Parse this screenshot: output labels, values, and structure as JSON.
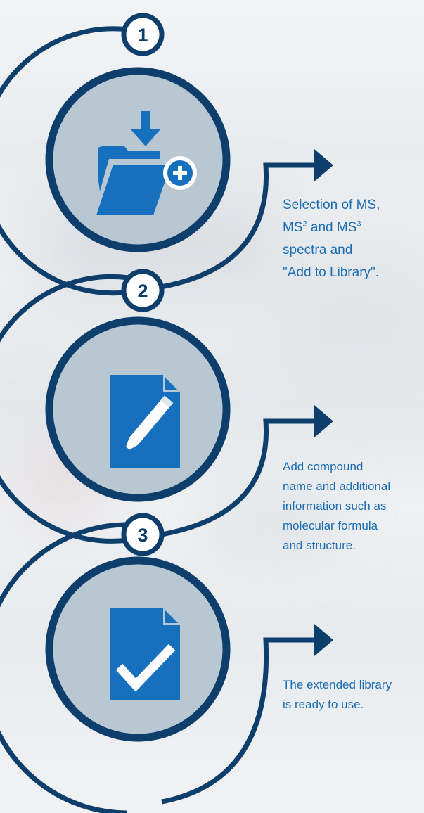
{
  "colors": {
    "dark_blue": "#0d3e6c",
    "icon_blue": "#1770bd",
    "circle_fill": "#b9c7d3",
    "text_blue": "#1b6db3"
  },
  "steps": [
    {
      "number": "1",
      "icon": "folder-add-icon",
      "text_line1": "Selection of MS,",
      "text_line2_a": "MS",
      "text_line2_sup_a": "2",
      "text_line2_b": " and MS",
      "text_line2_sup_b": "3",
      "text_line3": "spectra and",
      "text_line4": "\"Add to Library\"."
    },
    {
      "number": "2",
      "icon": "document-edit-icon",
      "text": "Add compound\nname and additional\ninformation such as\nmolecular formula\nand structure."
    },
    {
      "number": "3",
      "icon": "document-check-icon",
      "text": "The extended library\nis ready to use."
    }
  ]
}
